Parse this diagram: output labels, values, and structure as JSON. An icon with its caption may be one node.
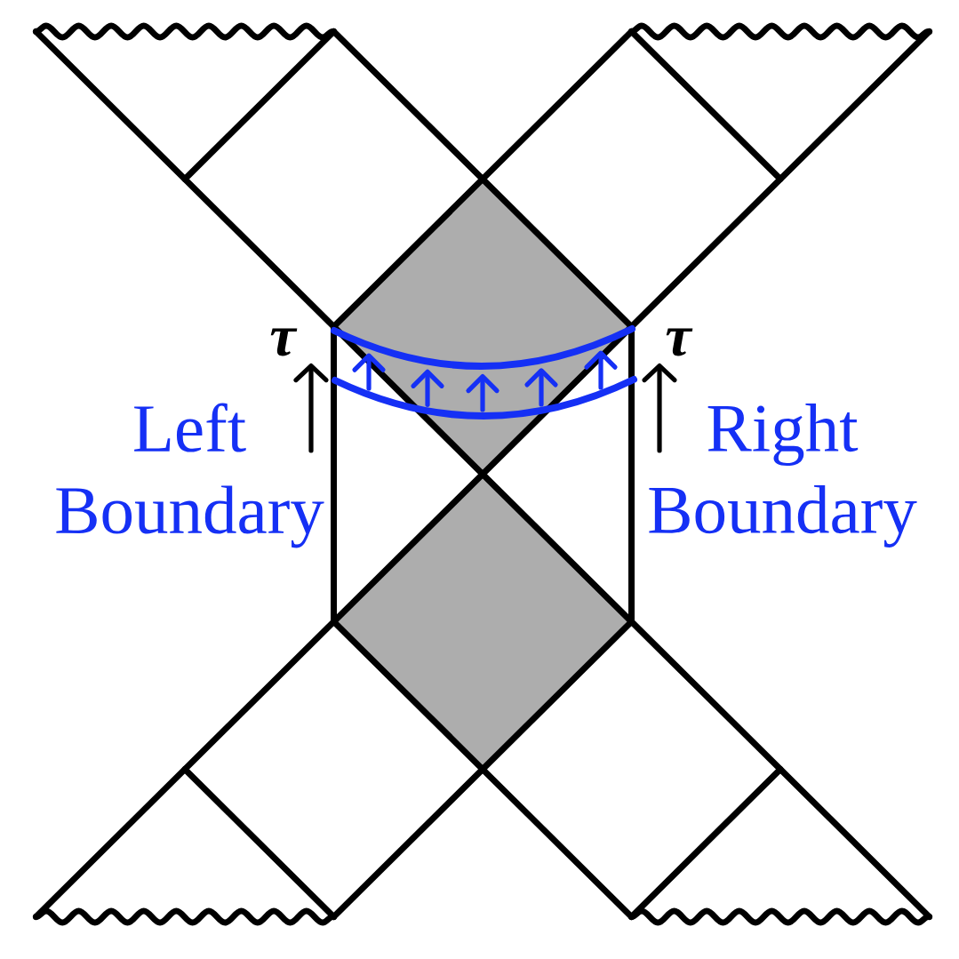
{
  "diagram": {
    "labels": [
      "τ",
      "τ",
      "Left Boundary",
      "Right Boundary"
    ]
  }
}
